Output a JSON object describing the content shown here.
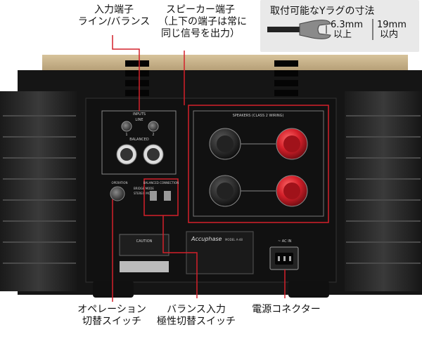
{
  "callouts": {
    "inputs": {
      "line1": "入力端子",
      "line2": "ライン/バランス"
    },
    "speakers": {
      "line1": "スピーカー端子",
      "line2": "（上下の端子は常に",
      "line3": "同じ信号を出力）"
    },
    "operation": {
      "line1": "オペレーション",
      "line2": "切替スイッチ"
    },
    "balanced": {
      "line1": "バランス入力",
      "line2": "極性切替スイッチ"
    },
    "power": {
      "line1": "電源コネクター"
    }
  },
  "inset": {
    "title": "取付可能なYラグの寸法",
    "dim_inner_value": "6.3mm",
    "dim_inner_note": "以上",
    "dim_outer_value": "19mm",
    "dim_outer_note": "以内"
  },
  "panel": {
    "inputs_label": "INPUTS",
    "line_label": "LINE",
    "ch1": "1",
    "ch2": "2",
    "balanced_label": "BALANCED",
    "speakers_label": "SPEAKERS (CLASS 2 WIRING)",
    "operation_label": "OPERATION",
    "bridge_label": "BRIDGE MODE",
    "stereo_label": "STEREO MODE",
    "bal_conn_label": "BALANCED CONNECTION",
    "caution_label": "CAUTION",
    "brand": "Accuphase",
    "model": "MODEL A-48",
    "ac_label": "~ AC IN"
  },
  "colors": {
    "accent_red": "#d4202a",
    "chassis": "#1b1b1b",
    "heatsink": "#2a2a2a",
    "gold": "#c8b48c"
  }
}
